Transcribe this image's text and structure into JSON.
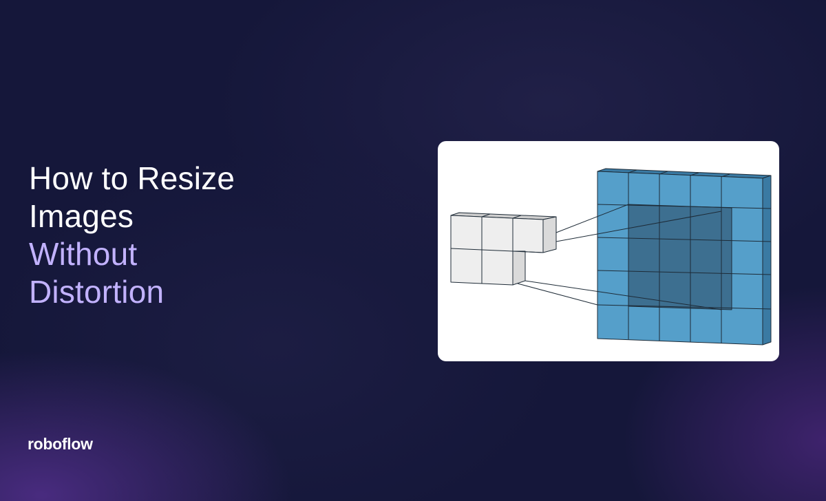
{
  "headline": {
    "lines": [
      "How to Resize",
      "Images",
      "Without",
      "Distortion"
    ],
    "colors": {
      "primary": "#ffffff",
      "accent": "#c2b2ff"
    }
  },
  "brand": {
    "logo_text": "roboflow"
  },
  "illustration": {
    "description": "3D convolution diagram: a light-gray L-shaped kernel of cubes projecting onto a 5x5 blue cube grid with a darker 3x3 highlighted receptive field",
    "input_grid": {
      "rows": 5,
      "cols": 5,
      "color": "#559fca",
      "side_color": "#3a7aa3"
    },
    "highlight": {
      "rows": 3,
      "cols": 3,
      "color": "#3d6f90"
    },
    "kernel": {
      "shape": "L",
      "color": "#eeeeee",
      "side_color": "#dadada"
    }
  },
  "colors": {
    "background": "#161838",
    "card": "#ffffff"
  }
}
